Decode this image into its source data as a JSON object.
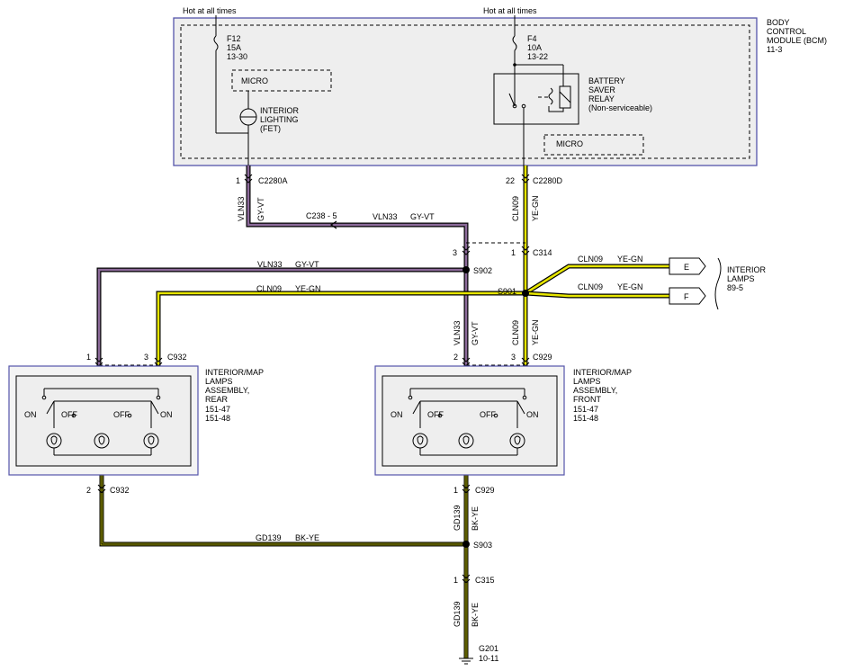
{
  "colors": {
    "vt_wire": "#8c6a9a",
    "ye_wire": "#e7e600",
    "bk_wire": "#000000",
    "module_border": "#5555aa",
    "module_fill": "#eeeeee"
  },
  "bcm": {
    "label": [
      "BODY",
      "CONTROL",
      "MODULE (BCM)",
      "11-3"
    ],
    "hot_left": "Hot at all times",
    "hot_right": "Hot at all times",
    "fuse_left": [
      "F12",
      "15A",
      "13-30"
    ],
    "fuse_right": [
      "F4",
      "10A",
      "13-22"
    ],
    "micro_left": "MICRO",
    "micro_right": "MICRO",
    "fet_label": [
      "INTERIOR",
      "LIGHTING",
      "(FET)"
    ],
    "relay_label": [
      "BATTERY",
      "SAVER",
      "RELAY",
      "(Non-serviceable)"
    ]
  },
  "connectors": {
    "c2280a_pin": "1",
    "c2280a": "C2280A",
    "c2280d_pin": "22",
    "c2280d": "C2280D",
    "c238": "C238 - 5",
    "c314_pin_left": "3",
    "c314_pin_right": "1",
    "c314": "C314",
    "c932_top_pin1": "1",
    "c932_top_pin3": "3",
    "c932_top": "C932",
    "c929_top_pin2": "2",
    "c929_top_pin3": "3",
    "c929_top": "C929",
    "c932_bottom_pin": "2",
    "c932_bottom": "C932",
    "c929_bottom_pin": "1",
    "c929_bottom": "C929",
    "c315_pin": "1",
    "c315": "C315"
  },
  "splices": {
    "s902": "S902",
    "s901": "S901",
    "s903": "S903"
  },
  "wires": {
    "vln33_circuit": "VLN33",
    "vln33_color": "GY-VT",
    "cln09_circuit": "CLN09",
    "cln09_color": "YE-GN",
    "gd139_circuit": "GD139",
    "gd139_color": "BK-YE"
  },
  "lamps": {
    "rear_label": [
      "INTERIOR/MAP",
      "LAMPS",
      "ASSEMBLY,",
      "REAR",
      "151-47",
      "151-48"
    ],
    "front_label": [
      "INTERIOR/MAP",
      "LAMPS",
      "ASSEMBLY,",
      "FRONT",
      "151-47",
      "151-48"
    ],
    "on": "ON",
    "off": "OFF"
  },
  "interior_lamps": {
    "e": "E",
    "f": "F",
    "label": [
      "INTERIOR",
      "LAMPS",
      "89-5"
    ]
  },
  "ground": {
    "label": "G201",
    "ref": "10-11"
  }
}
